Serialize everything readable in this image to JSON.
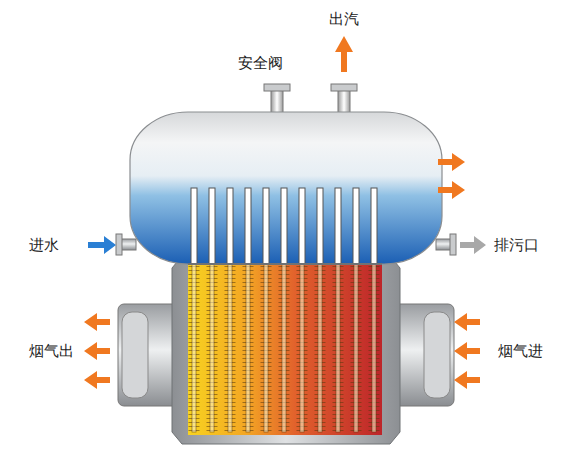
{
  "diagram": {
    "labels": [
      "出汽",
      "安全阀",
      "进水",
      "排污口",
      "烟气出",
      "烟气进"
    ]
  }
}
